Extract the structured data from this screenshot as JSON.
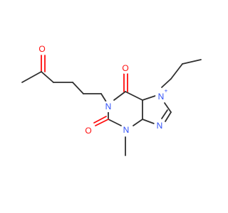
{
  "colors": {
    "carbon_bond": "#2f2f2f",
    "oxygen": "#ff0d0d",
    "nitrogen": "#3050f8",
    "background": "#ffffff"
  },
  "molecule": {
    "atoms": [
      {
        "id": "o-ketone",
        "label": "O",
        "element": "oxygen"
      },
      {
        "id": "n1",
        "label": "N",
        "element": "nitrogen"
      },
      {
        "id": "o-c6",
        "label": "O",
        "element": "oxygen"
      },
      {
        "id": "n7",
        "label": "N",
        "element": "nitrogen",
        "charge": "+"
      },
      {
        "id": "o-c2",
        "label": "O",
        "element": "oxygen"
      },
      {
        "id": "n3",
        "label": "N",
        "element": "nitrogen"
      },
      {
        "id": "n9",
        "label": "N",
        "element": "nitrogen"
      }
    ]
  }
}
